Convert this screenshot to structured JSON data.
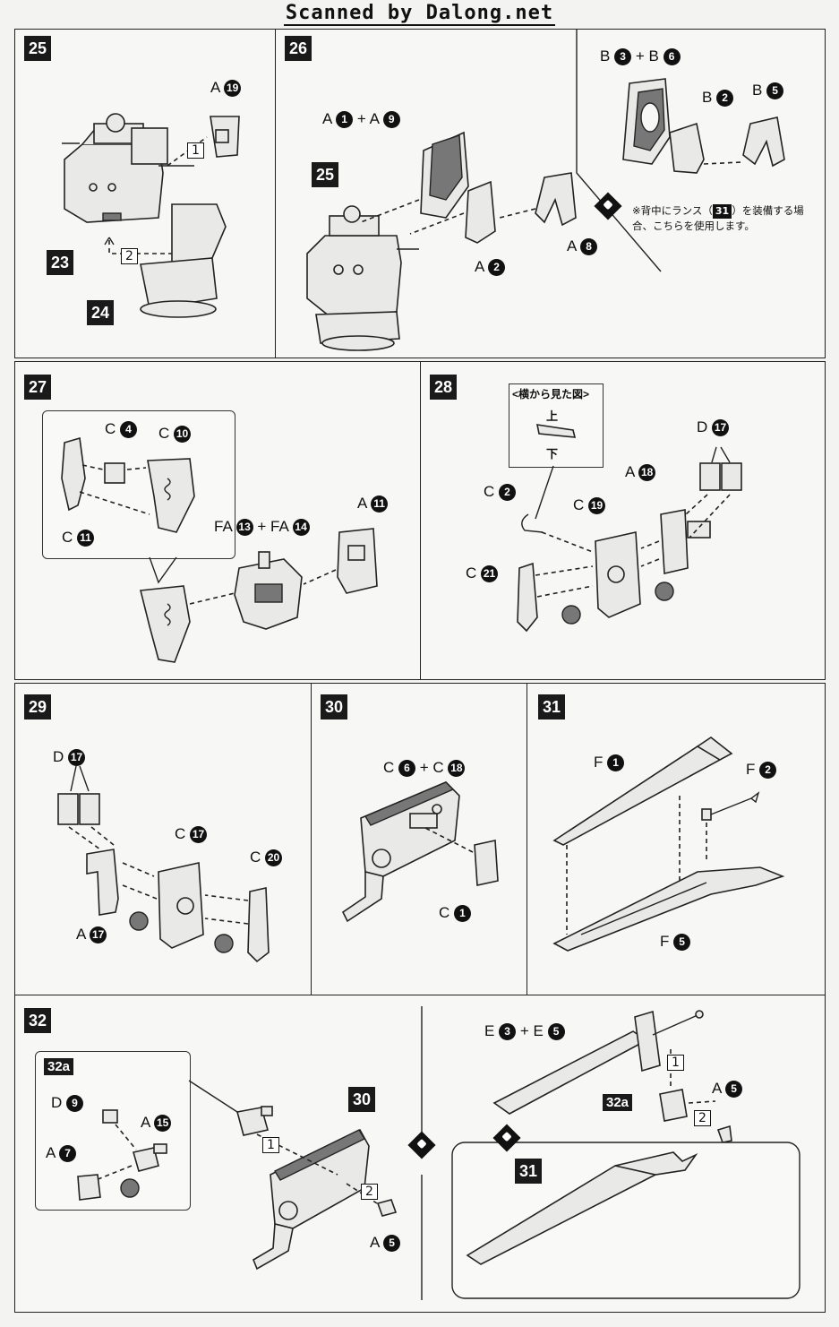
{
  "header": {
    "text": "Scanned by Dalong.net"
  },
  "steps": {
    "s25": {
      "number": "25",
      "labels": {
        "a19": "A",
        "a19n": "19",
        "base23": "23",
        "base24": "24"
      },
      "order": {
        "one": "1",
        "two": "2"
      }
    },
    "s26": {
      "number": "26",
      "labels": {
        "a1a9": "A",
        "a1": "1",
        "plus": "+",
        "a9pre": "A",
        "a9": "9",
        "ref25": "25",
        "a2pre": "A",
        "a2": "2",
        "a8pre": "A",
        "a8": "8",
        "b3pre": "B",
        "b3": "3",
        "b6pre": "B",
        "b6": "6",
        "b2pre": "B",
        "b2": "2",
        "b5pre": "B",
        "b5": "5"
      },
      "note": {
        "pre": "※背中にランス（",
        "ref": "31",
        "post": "）を装備する場合、こちらを使用します。"
      }
    },
    "s27": {
      "number": "27",
      "labels": {
        "c4pre": "C",
        "c4": "4",
        "c10pre": "C",
        "c10": "10",
        "c11pre": "C",
        "c11": "11",
        "fa13pre": "FA",
        "fa13": "13",
        "plus": "+",
        "fa14pre": "FA",
        "fa14": "14",
        "a11pre": "A",
        "a11": "11"
      }
    },
    "s28": {
      "number": "28",
      "side_view": {
        "title": "<横から見た図>",
        "top": "上",
        "bottom": "下"
      },
      "labels": {
        "c2pre": "C",
        "c2": "2",
        "c19pre": "C",
        "c19": "19",
        "a18pre": "A",
        "a18": "18",
        "d17pre": "D",
        "d17": "17",
        "c21pre": "C",
        "c21": "21"
      }
    },
    "s29": {
      "number": "29",
      "labels": {
        "d17pre": "D",
        "d17": "17",
        "c17pre": "C",
        "c17": "17",
        "c20pre": "C",
        "c20": "20",
        "a17pre": "A",
        "a17": "17"
      }
    },
    "s30": {
      "number": "30",
      "labels": {
        "c6pre": "C",
        "c6": "6",
        "plus": "+",
        "c18pre": "C",
        "c18": "18",
        "c1pre": "C",
        "c1": "1"
      }
    },
    "s31": {
      "number": "31",
      "labels": {
        "f1pre": "F",
        "f1": "1",
        "f2pre": "F",
        "f2": "2",
        "f5pre": "F",
        "f5": "5"
      }
    },
    "s32": {
      "number": "32",
      "sub": "32a",
      "labels": {
        "d9pre": "D",
        "d9": "9",
        "a15pre": "A",
        "a15": "15",
        "a7pre": "A",
        "a7": "7",
        "ref30": "30",
        "a5pre": "A",
        "a5": "5",
        "e3pre": "E",
        "e3": "3",
        "plus": "+",
        "e5pre": "E",
        "e5": "5",
        "ref32a": "32a",
        "a5bpre": "A",
        "a5b": "5",
        "ref31": "31"
      },
      "order": {
        "one": "1",
        "two": "2"
      }
    }
  }
}
